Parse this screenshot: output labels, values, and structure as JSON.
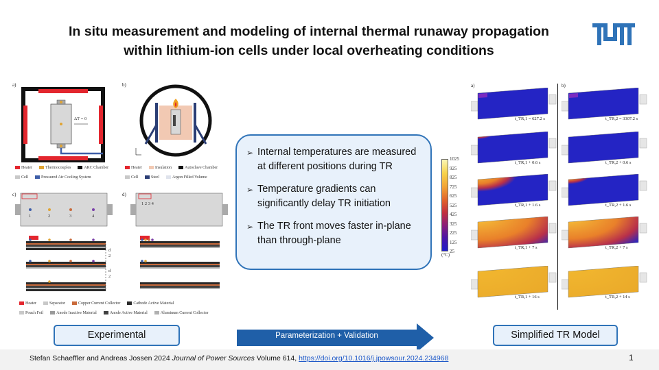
{
  "title": {
    "line1": "In situ measurement and modeling of internal thermal runaway propagation",
    "line2": "within lithium-ion cells under local overheating conditions"
  },
  "logo": {
    "name": "tum-logo",
    "color": "#2f73b8"
  },
  "figures": {
    "panel_a": {
      "label": "a)",
      "delta_t": "ΔT = 0",
      "legend": [
        {
          "label": "Heater",
          "color": "#e3262e"
        },
        {
          "label": "Thermocouples",
          "color": "#e0a434"
        },
        {
          "label": "ARC Chamber",
          "color": "#111111"
        },
        {
          "label": "Cell",
          "color": "#c8c8c8"
        },
        {
          "label": "Pressured Air Cooling System",
          "color": "#3e5ea8"
        }
      ]
    },
    "panel_b": {
      "label": "b)",
      "legend": [
        {
          "label": "Heater",
          "color": "#e3262e"
        },
        {
          "label": "Insulation",
          "color": "#f2c9b3"
        },
        {
          "label": "Autoclave Chamber",
          "color": "#111111"
        },
        {
          "label": "Cell",
          "color": "#c8c8c8"
        },
        {
          "label": "Steel",
          "color": "#2b3e75"
        },
        {
          "label": "Argon Filled Volume",
          "color": "#dfe3ec"
        }
      ]
    },
    "panel_c": {
      "label": "c)",
      "positions": [
        "1",
        "2",
        "3",
        "4"
      ],
      "d_label": "d",
      "two_label": "2"
    },
    "panel_d": {
      "label": "d)",
      "positions_text": "1 2 3 4"
    },
    "bottom_legend": [
      {
        "label": "Heater",
        "color": "#e3262e"
      },
      {
        "label": "Separator",
        "color": "#c8c8c8"
      },
      {
        "label": "Copper Current Collector",
        "color": "#c96a3b"
      },
      {
        "label": "Cathode Active Material",
        "color": "#2a2a2a"
      },
      {
        "label": "Pouch Foil",
        "color": "#c8c8c8"
      },
      {
        "label": "Anode Inactive Material",
        "color": "#9a9a9a"
      },
      {
        "label": "Anode Active Material",
        "color": "#404040"
      },
      {
        "label": "Aluminum Current Collector",
        "color": "#b0b0b0"
      }
    ]
  },
  "bullets": [
    "Internal temperatures are measured at different positions during TR",
    "Temperature gradients can significantly delay TR initiation",
    "The TR front moves faster in-plane than through-plane"
  ],
  "colorbar": {
    "ticks": [
      "1025",
      "925",
      "825",
      "725",
      "625",
      "525",
      "425",
      "325",
      "225",
      "125",
      "25"
    ],
    "unit": "(°C)"
  },
  "simulation": {
    "col_a_label": "a)",
    "col_b_label": "b)",
    "col_a": [
      {
        "label": "t_TR,1 = 627.2 s",
        "fraction": 0.0
      },
      {
        "label": "t_TR,1 + 0.6 s",
        "fraction": 0.15
      },
      {
        "label": "t_TR,1 + 1.6 s",
        "fraction": 0.35
      },
      {
        "label": "t_TR,1 + 7 s",
        "fraction": 0.85
      },
      {
        "label": "t_TR,1 + 16 s",
        "fraction": 1.0
      }
    ],
    "col_b": [
      {
        "label": "t_TR,2 = 3307.2 s",
        "fraction": 0.0
      },
      {
        "label": "t_TR,2 + 0.6 s",
        "fraction": 0.1
      },
      {
        "label": "t_TR,2 + 1.6 s",
        "fraction": 0.2
      },
      {
        "label": "t_TR,2 + 7 s",
        "fraction": 0.8
      },
      {
        "label": "t_TR,2 + 14 s",
        "fraction": 1.0
      }
    ]
  },
  "labels": {
    "experimental": "Experimental",
    "arrow": "Parameterization  + Validation",
    "model": "Simplified TR Model"
  },
  "citation": {
    "authors": "Stefan Schaeffler and Andreas Jossen 2024 ",
    "journal": "Journal of Power Sources",
    "volume": " Volume 614, ",
    "doi": "https://doi.org/10.1016/j.jpowsour.2024.234968"
  },
  "page_number": "1"
}
